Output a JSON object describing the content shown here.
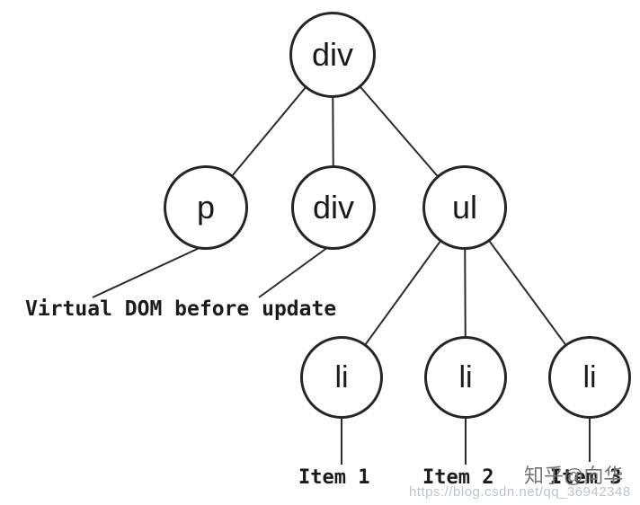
{
  "diagram": {
    "caption": "Virtual DOM before update",
    "nodes": [
      {
        "id": "div-root",
        "label": "div"
      },
      {
        "id": "p",
        "label": "p"
      },
      {
        "id": "div-child",
        "label": "div"
      },
      {
        "id": "ul",
        "label": "ul"
      },
      {
        "id": "li-1",
        "label": "li"
      },
      {
        "id": "li-2",
        "label": "li"
      },
      {
        "id": "li-3",
        "label": "li"
      }
    ],
    "edges": [
      {
        "from": "div-root",
        "to": "p"
      },
      {
        "from": "div-root",
        "to": "div-child"
      },
      {
        "from": "div-root",
        "to": "ul"
      },
      {
        "from": "ul",
        "to": "li-1"
      },
      {
        "from": "ul",
        "to": "li-2"
      },
      {
        "from": "ul",
        "to": "li-3"
      },
      {
        "from": "p",
        "to": "caption"
      },
      {
        "from": "div-child",
        "to": "caption"
      },
      {
        "from": "li-1",
        "to": "item-1"
      },
      {
        "from": "li-2",
        "to": "item-2"
      },
      {
        "from": "li-3",
        "to": "item-3"
      }
    ],
    "leaf_labels": [
      {
        "text": "Item 1"
      },
      {
        "text": "Item 2"
      },
      {
        "text": "Item 3"
      }
    ]
  },
  "watermarks": {
    "zhihu": "知乎@向华",
    "csdn_url": "https://blog.csdn.net/qq_36942348"
  },
  "colors": {
    "line": "#2b2b2b",
    "text": "#1a1a1a",
    "watermark_gray": "#757575",
    "watermark_light": "#bdc4cd",
    "background": "#ffffff"
  }
}
